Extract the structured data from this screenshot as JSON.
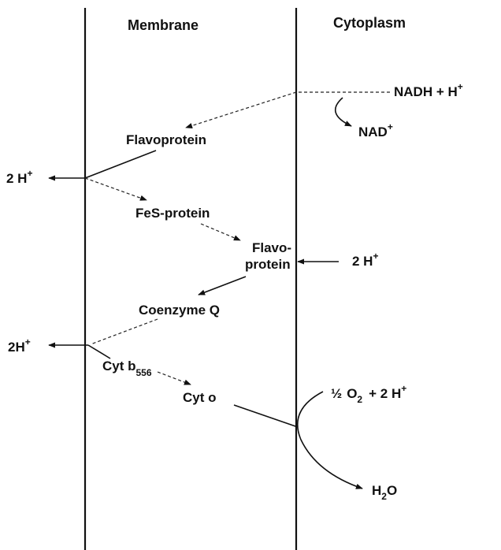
{
  "headers": {
    "membrane": "Membrane",
    "cytoplasm": "Cytoplasm"
  },
  "labels": {
    "nadh": "NADH + H",
    "nadh_sup": "+",
    "nad": "NAD",
    "nad_sup": "+",
    "flavoprotein1": "Flavoprotein",
    "two_h_1": "2 H",
    "two_h_1_sup": "+",
    "fes": "FeS-protein",
    "flavo2_line1": "Flavo-",
    "flavo2_line2": "protein",
    "two_h_cyto": "2 H",
    "two_h_cyto_sup": "+",
    "coq": "Coenzyme Q",
    "two_h_2": "2H",
    "two_h_2_sup": "+",
    "cytb": "Cyt b",
    "cytb_sub": "556",
    "cyto": "Cyt o",
    "o2_frac": "½",
    "o2_o": "O",
    "o2_sub": "2",
    "o2_rest": "+ 2 H",
    "o2_sup": "+",
    "h2o_h": "H",
    "h2o_sub": "2",
    "h2o_o": "O"
  }
}
